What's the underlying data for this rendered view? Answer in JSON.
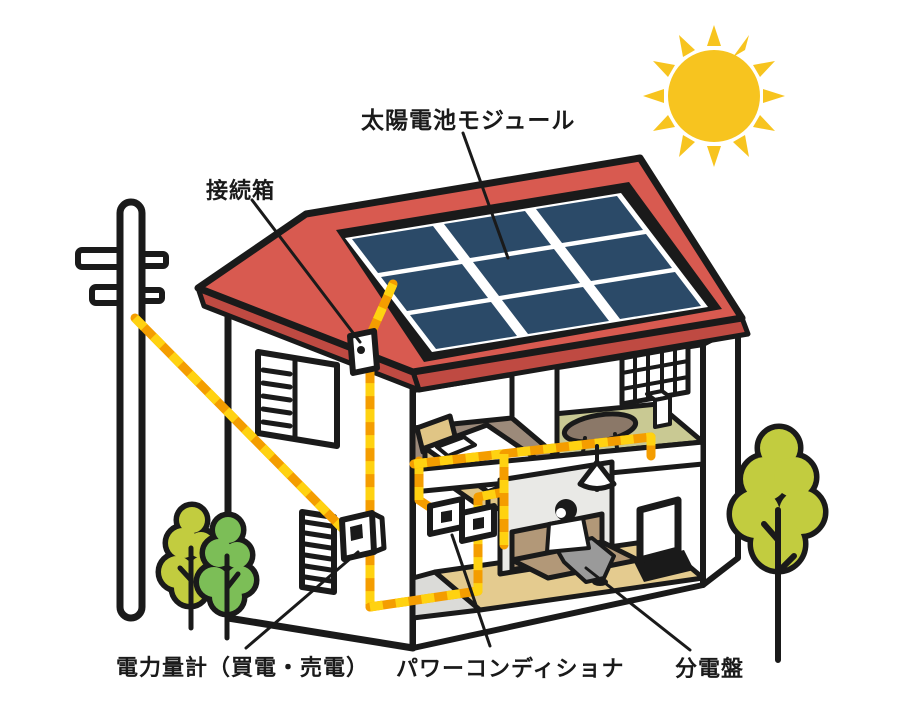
{
  "figure": {
    "labels": {
      "solar_module": "太陽電池モジュール",
      "junction_box": "接続箱",
      "power_meter": "電力量計（買電・売電）",
      "power_conditioner": "パワーコンディショナ",
      "distribution_board": "分電盤"
    },
    "colors": {
      "outline": "#1a1a1a",
      "sun": "#f7c41f",
      "roof": "#d85a50",
      "roof_shade": "#bf4a42",
      "panel": "#2b4a68",
      "cable_yellow": "#ffd211",
      "cable_orange": "#f49d00",
      "tree_light": "#c2cc3f",
      "tree_dark": "#7cbe57",
      "wood_floor": "#e4cb8f",
      "brown_floor": "#9c8a7a",
      "tatami": "#c9c993",
      "floor_gray": "#dbdbd8",
      "wall_gray": "#e9e9e6",
      "sofa": "#b29878",
      "bed_frame": "#e0c585",
      "table_brown": "#8b7868",
      "pants_gray": "#9a9a9a"
    },
    "icons": [
      "sun-icon",
      "utility-pole",
      "tree-icon",
      "house-cutaway",
      "red-roof",
      "solar-panel-array",
      "junction-box",
      "power-meter",
      "power-conditioner-unit",
      "distribution-board-drop",
      "power-cable",
      "bed-icon",
      "tatami-table",
      "sofa-icon",
      "person-icon",
      "tv-icon",
      "pendant-lamp"
    ]
  }
}
